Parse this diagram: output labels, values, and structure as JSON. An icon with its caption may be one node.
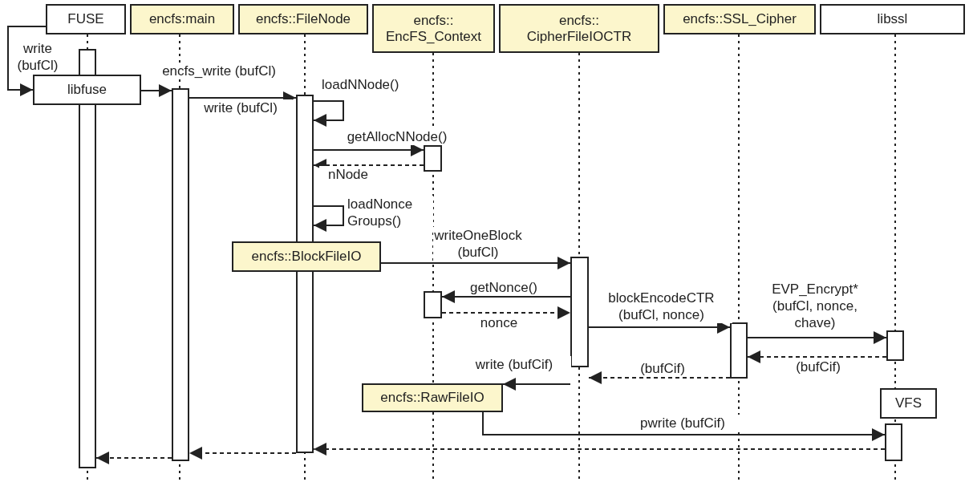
{
  "diagram": {
    "nodes": [
      {
        "text": [
          "FUSE"
        ]
      },
      {
        "text": [
          "encfs:main"
        ]
      },
      {
        "text": [
          "encfs::FileNode"
        ]
      },
      {
        "text": [
          "encfs:: EncFS_Context"
        ]
      },
      {
        "text": [
          "encfs:: CipherFileIOCTR"
        ]
      },
      {
        "text": [
          "encfs::SSL_Cipher"
        ]
      },
      {
        "text": [
          "libssl"
        ]
      },
      {
        "text": [
          "libfuse"
        ]
      },
      {
        "text": [
          "encfs::BlockFileIO"
        ]
      },
      {
        "text": [
          "encfs::RawFileIO"
        ]
      },
      {
        "text": [
          "VFS"
        ]
      },
      {
        "text": [],
        "shape": "bar"
      },
      {
        "text": [],
        "shape": "bar"
      },
      {
        "text": [],
        "shape": "bar"
      },
      {
        "text": [],
        "shape": "bar"
      },
      {
        "text": [],
        "shape": "bar"
      },
      {
        "text": [],
        "shape": "bar"
      },
      {
        "text": [],
        "shape": "bar"
      },
      {
        "text": [],
        "shape": "bar"
      },
      {
        "text": [],
        "shape": "bar"
      }
    ],
    "edges": [
      {
        "from": 0,
        "to": 7,
        "arrow": "to",
        "label": "write (bufCl)"
      },
      {
        "from": 7,
        "to": 12,
        "arrow": "to",
        "label": "encfs_write (bufCl)"
      },
      {
        "from": 12,
        "to": 13,
        "arrow": "to",
        "label": "write (bufCl)"
      },
      {
        "from": 13,
        "to": 13,
        "arrow": "to",
        "label": "loadNNode()"
      },
      {
        "from": 13,
        "to": 14,
        "arrow": "to",
        "label": "getAllocNNode()"
      },
      {
        "from": 14,
        "to": 13,
        "arrow": "to",
        "label": "nNode",
        "style": "dashed"
      },
      {
        "from": 13,
        "to": 13,
        "arrow": "to",
        "label": "loadNonce Groups()"
      },
      {
        "from": 8,
        "to": 16,
        "arrow": "to",
        "label": "writeOneBlock (bufCl)"
      },
      {
        "from": 16,
        "to": 15,
        "arrow": "to",
        "label": "getNonce()"
      },
      {
        "from": 15,
        "to": 16,
        "arrow": "to",
        "label": "nonce",
        "style": "dashed"
      },
      {
        "from": 16,
        "to": 17,
        "arrow": "to",
        "label": "blockEncodeCTR (bufCl, nonce)"
      },
      {
        "from": 17,
        "to": 18,
        "arrow": "to",
        "label": "EVP_Encrypt* (bufCl, nonce, chave)"
      },
      {
        "from": 18,
        "to": 17,
        "arrow": "to",
        "label": "(bufCif)",
        "style": "dashed"
      },
      {
        "from": 17,
        "to": 16,
        "arrow": "to",
        "label": "(bufCif)",
        "style": "dashed"
      },
      {
        "from": 16,
        "to": 9,
        "arrow": "to",
        "label": "write (bufCif)"
      },
      {
        "from": 9,
        "to": 19,
        "arrow": "to",
        "label": "pwrite (bufCif)"
      },
      {
        "from": 19,
        "to": 13,
        "arrow": "to",
        "style": "dashed"
      },
      {
        "from": 13,
        "to": 12,
        "arrow": "to",
        "style": "dashed"
      },
      {
        "from": 12,
        "to": 11,
        "arrow": "to",
        "style": "dashed"
      }
    ]
  }
}
